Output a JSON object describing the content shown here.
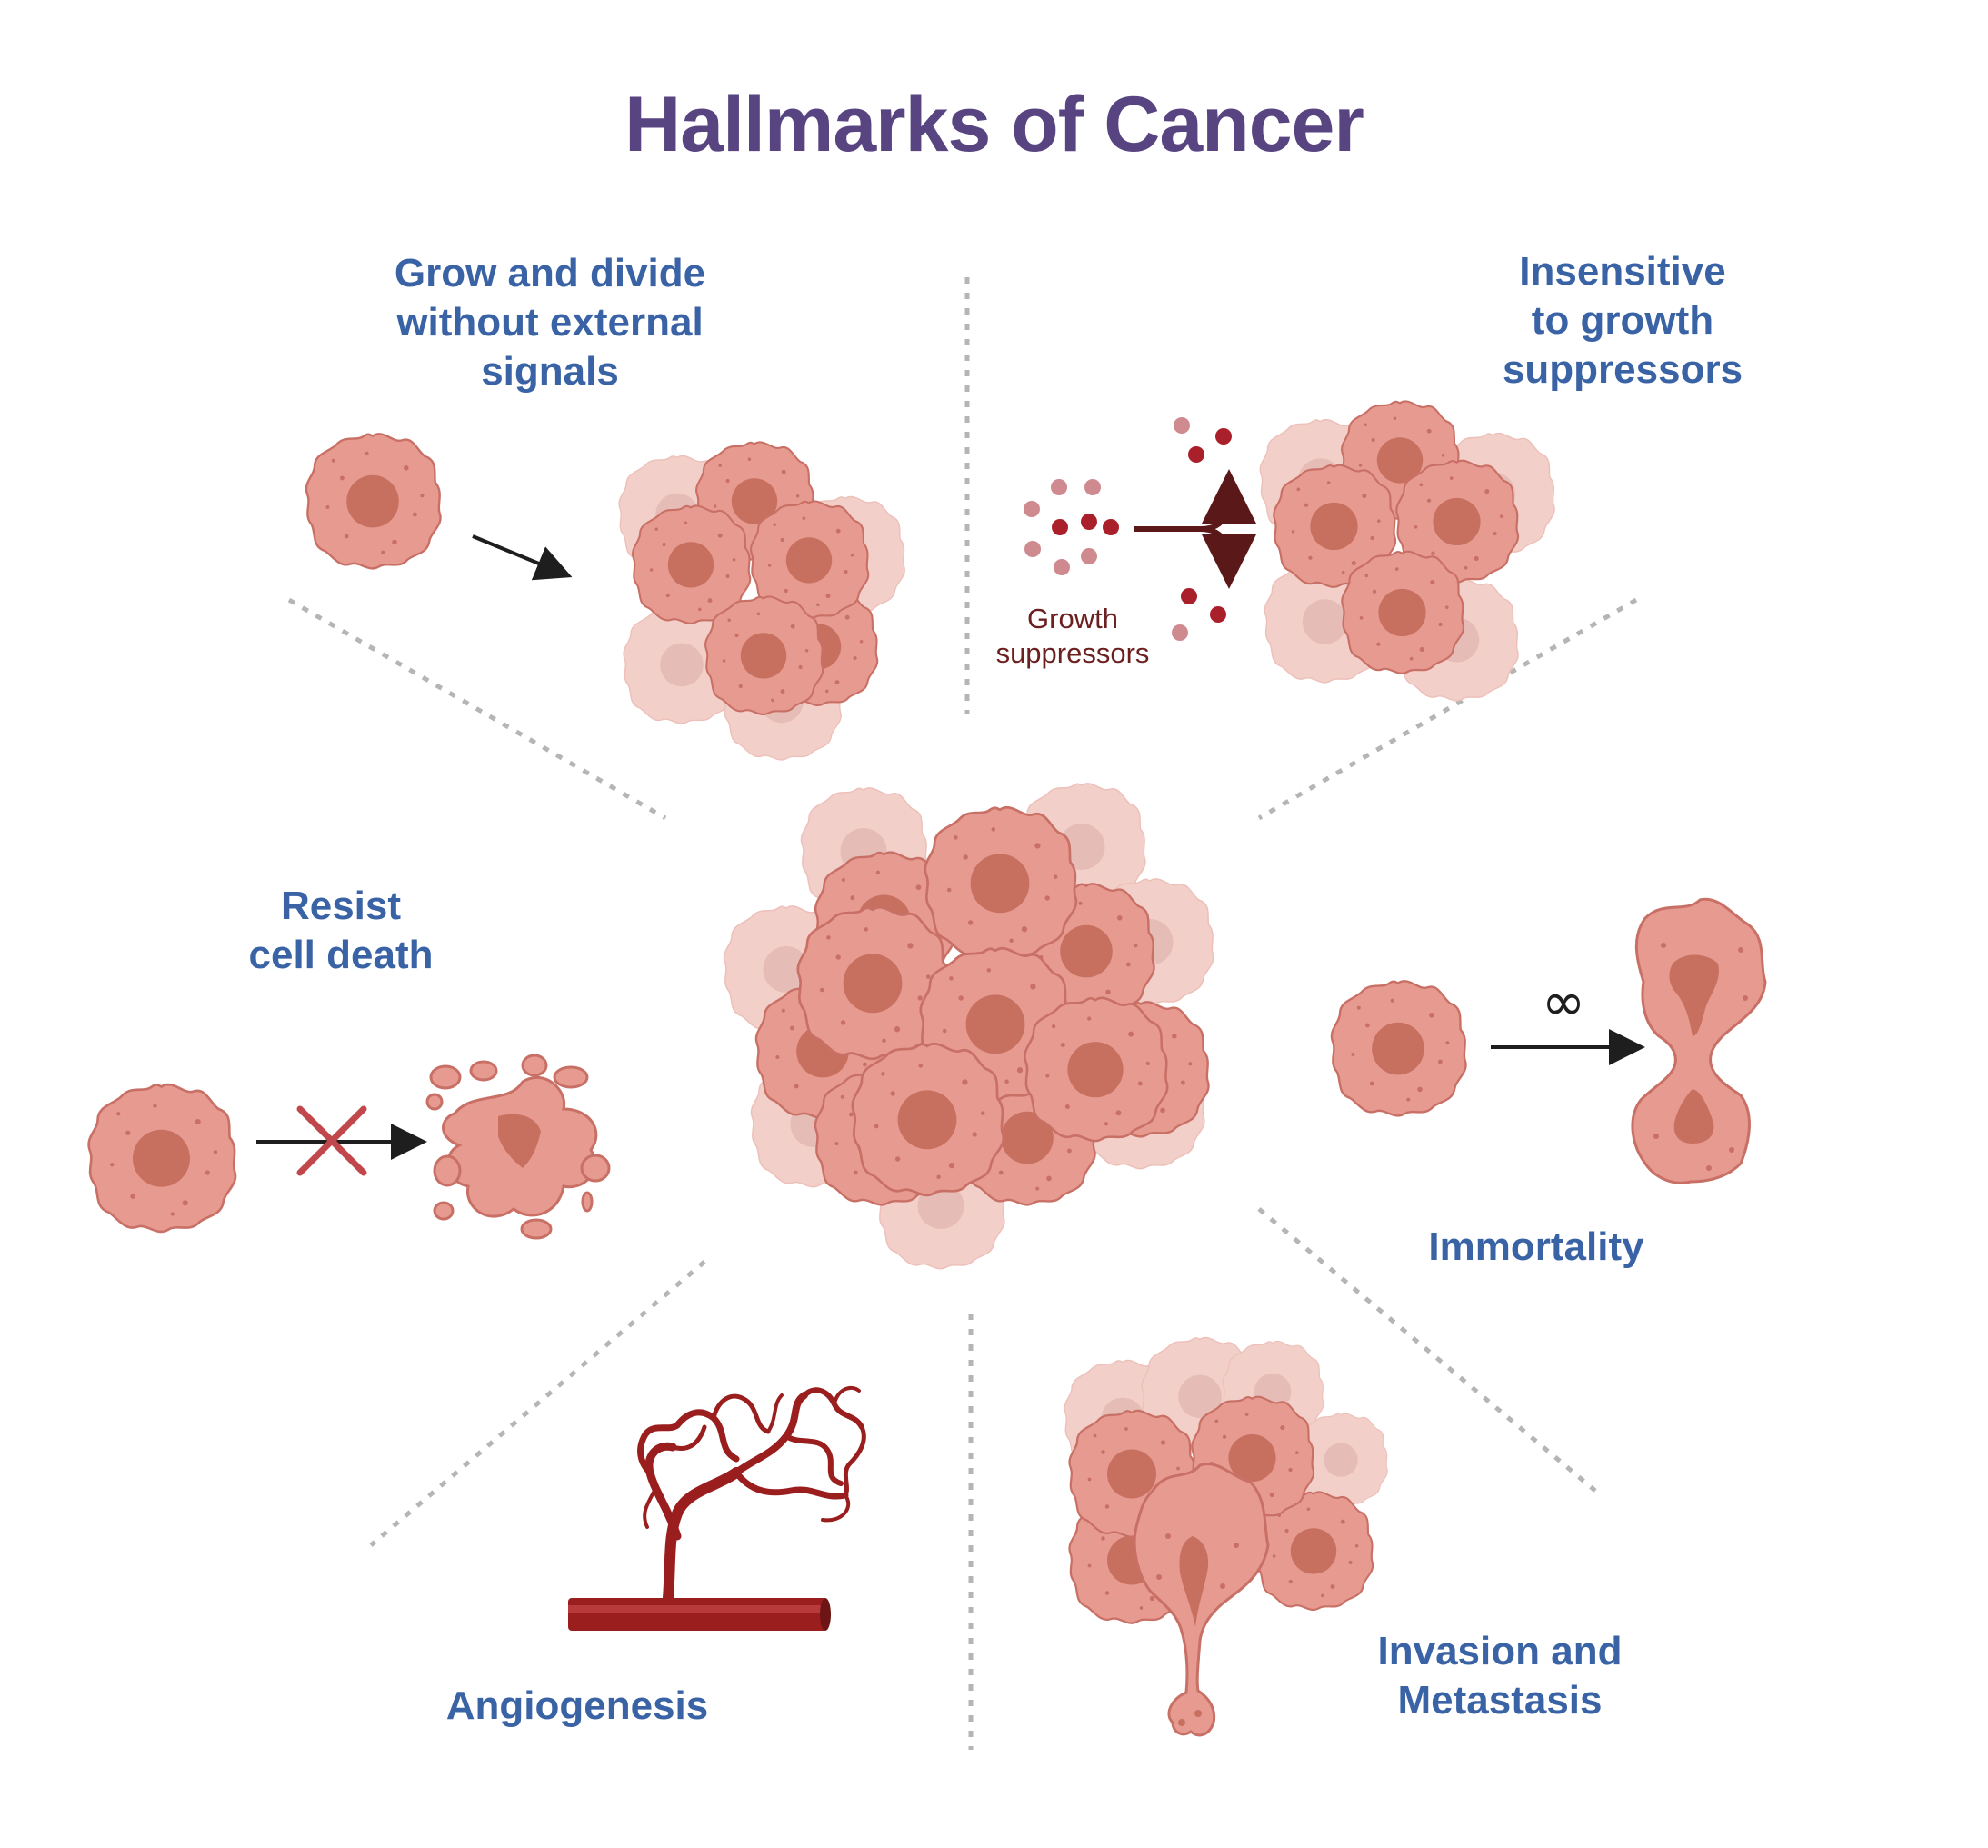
{
  "title": "Hallmarks of Cancer",
  "hallmarks": {
    "grow": "Grow and divide\nwithout external\nsignals",
    "insensitive": "Insensitive\nto growth\nsuppressors",
    "resist": "Resist\ncell death",
    "immortality": "Immortality",
    "angiogenesis": "Angiogenesis",
    "invasion": "Invasion and\nMetastasis"
  },
  "growth_suppressors_label": "Growth\nsuppressors",
  "infinity_symbol": "∞",
  "colors": {
    "title": "#574480",
    "labels": "#3a63a6",
    "cell_fill": "#e69a90",
    "cell_stroke": "#c97066",
    "nucleus": "#c8705f",
    "vessel": "#9a1e1e",
    "suppressor_dark": "#a9202a",
    "suppressor_light": "#cf8a90",
    "divider": "#b5b5b5",
    "inhibit_x": "#c0484c"
  },
  "icons": [
    "cancer-cell-icon",
    "tumor-cluster-icon",
    "apoptosis-cell-icon",
    "dividing-cell-icon",
    "blood-vessel-icon",
    "metastasis-cluster-icon"
  ]
}
